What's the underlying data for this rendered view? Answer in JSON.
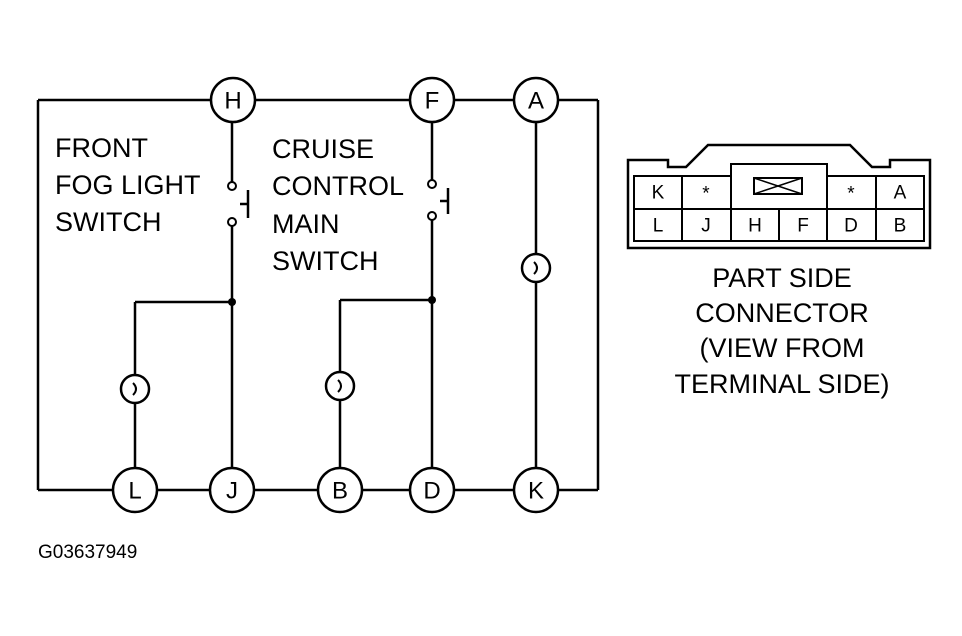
{
  "terminals": {
    "H": "H",
    "F": "F",
    "A": "A",
    "L": "L",
    "J": "J",
    "B": "B",
    "D": "D",
    "K": "K"
  },
  "fog_switch_label": [
    "FRONT",
    "FOG LIGHT",
    "SWITCH"
  ],
  "cruise_switch_label": [
    "CRUISE",
    "CONTROL",
    "MAIN",
    "SWITCH"
  ],
  "connector": {
    "top_row": [
      "K",
      "*",
      "*",
      "A"
    ],
    "bottom_row": [
      "L",
      "J",
      "H",
      "F",
      "D",
      "B"
    ],
    "caption": [
      "PART SIDE",
      "CONNECTOR",
      "(VIEW FROM",
      "TERMINAL SIDE)"
    ]
  },
  "figure_id": "G03637949"
}
